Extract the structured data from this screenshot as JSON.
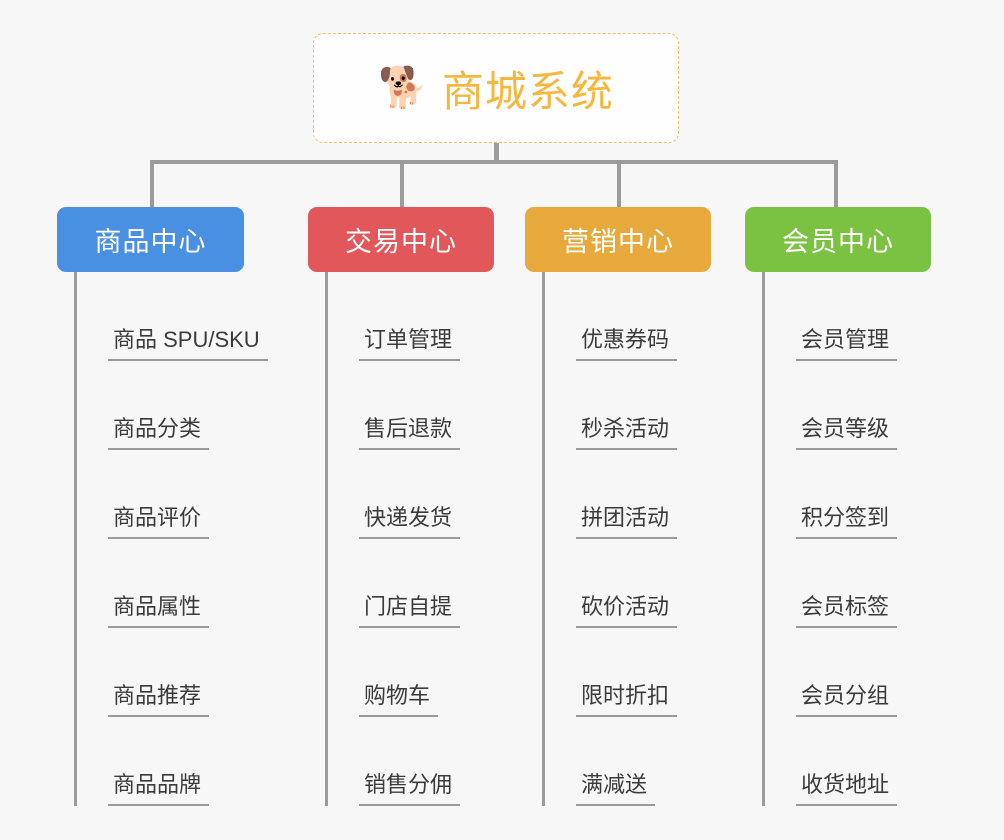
{
  "root": {
    "icon": "shiba-dog-face-emoji",
    "emoji": "🐕",
    "title": "商城系统",
    "color": "#f5b73d",
    "border_color": "#f0c070"
  },
  "colors": {
    "background": "#f7f7f7",
    "connector": "#9b9b9b",
    "leaf_text": "#3b3b3b"
  },
  "columns": [
    {
      "title": "商品中心",
      "color": "#4a90e2",
      "items": [
        "商品 SPU/SKU",
        "商品分类",
        "商品评价",
        "商品属性",
        "商品推荐",
        "商品品牌"
      ]
    },
    {
      "title": "交易中心",
      "color": "#e2585a",
      "items": [
        "订单管理",
        "售后退款",
        "快递发货",
        "门店自提",
        "购物车",
        "销售分佣"
      ]
    },
    {
      "title": "营销中心",
      "color": "#e8a93c",
      "items": [
        "优惠券码",
        "秒杀活动",
        "拼团活动",
        "砍价活动",
        "限时折扣",
        "满减送"
      ]
    },
    {
      "title": "会员中心",
      "color": "#7cc242",
      "items": [
        "会员管理",
        "会员等级",
        "积分签到",
        "会员标签",
        "会员分组",
        "收货地址"
      ]
    }
  ]
}
